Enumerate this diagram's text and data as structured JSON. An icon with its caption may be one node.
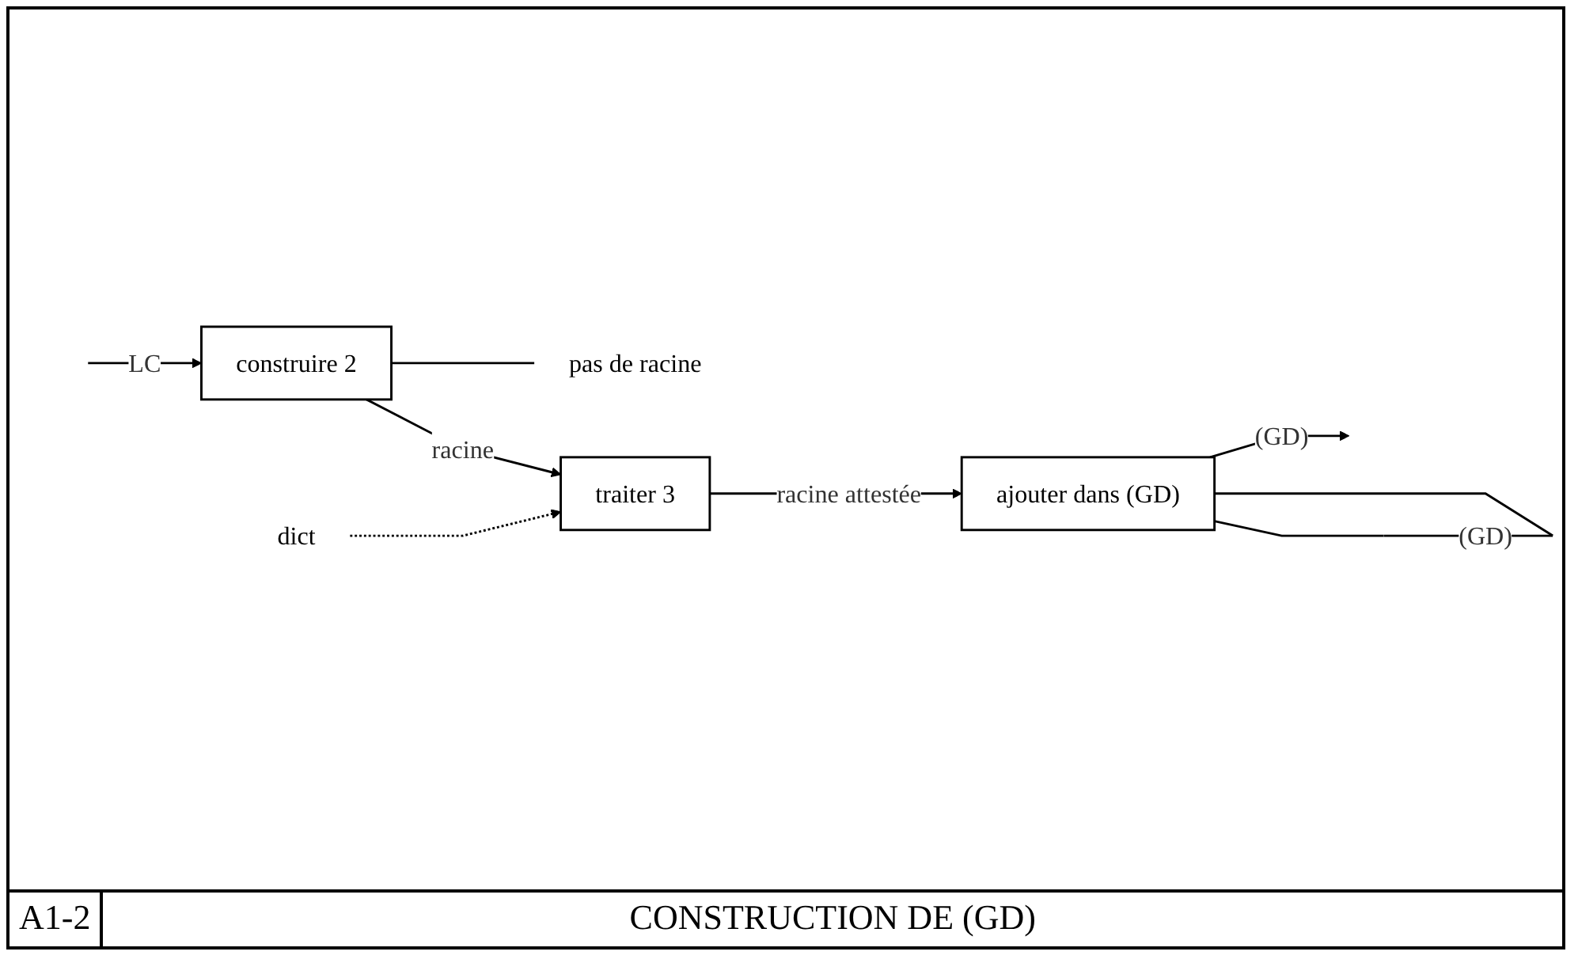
{
  "diagram": {
    "title": "CONSTRUCTION DE (GD)",
    "nodes": [
      {
        "text": [
          "dict"
        ]
      },
      {
        "text": [
          "pas de racine"
        ]
      },
      {
        "text": [
          "construire 2"
        ]
      },
      {
        "text": [
          "traiter 3"
        ]
      },
      {
        "text": [
          "ajouter dans (GD)"
        ]
      }
    ],
    "edges": [
      {
        "from": null,
        "to": 2,
        "arrow": "to",
        "label": "LC"
      },
      {
        "from": 2,
        "to": 1,
        "arrow": "none"
      },
      {
        "from": 0,
        "to": 3,
        "arrow": "to",
        "style": "dashed"
      },
      {
        "from": 2,
        "to": 3,
        "arrow": "to",
        "label": "racine"
      },
      {
        "from": 3,
        "to": 4,
        "arrow": "to",
        "label": "racine attestée"
      },
      {
        "from": 4,
        "to": null,
        "arrow": "to",
        "label": "(GD)"
      },
      {
        "from": 4,
        "to": 4,
        "arrow": "none",
        "label": "(GD)"
      }
    ],
    "labels": [
      "A1-2"
    ]
  }
}
